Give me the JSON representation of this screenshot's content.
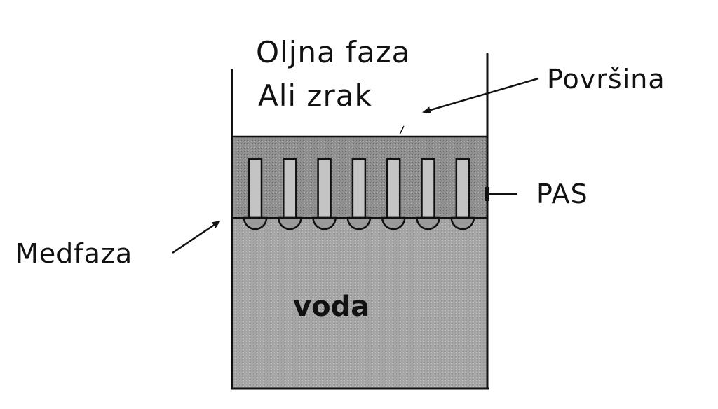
{
  "labels": {
    "oil_phase": "Oljna faza",
    "or_air": "Ali zrak",
    "surface": "Površina",
    "surfactant": "PAS",
    "interface": "Medfaza",
    "water": "voda"
  },
  "surfactant_molecule_count": 7,
  "colors": {
    "outline": "#111111",
    "upper_layer": "#8f8f8f",
    "water_layer": "#a6a6a6",
    "molecule_tail": "#c4c4c4",
    "molecule_head": "#9a9a9a",
    "background": "#ffffff"
  }
}
